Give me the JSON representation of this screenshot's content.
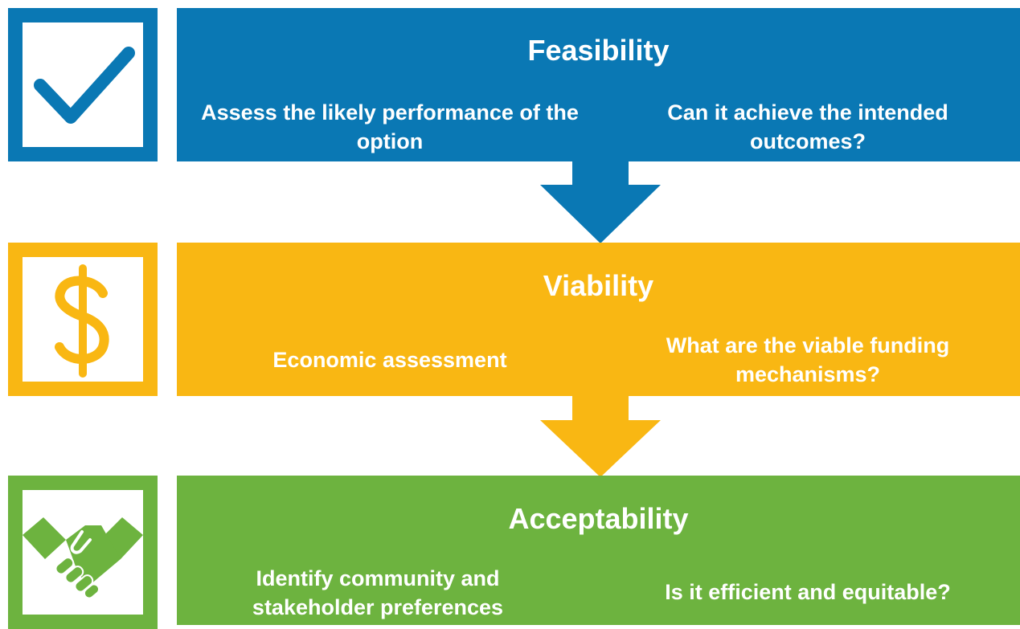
{
  "colors": {
    "feasibility": "#0a78b4",
    "viability": "#f9b713",
    "acceptability": "#6db33f",
    "text": "#ffffff"
  },
  "stages": [
    {
      "icon": "checkmark-icon",
      "title": "Feasibility",
      "left_text": "Assess the likely performance of the option",
      "right_text": "Can it achieve the intended outcomes?"
    },
    {
      "icon": "dollar-icon",
      "title": "Viability",
      "left_text": "Economic assessment",
      "right_text": "What are the viable funding mechanisms?"
    },
    {
      "icon": "handshake-icon",
      "title": "Acceptability",
      "left_text": "Identify community and stakeholder preferences",
      "right_text": "Is it efficient and equitable?"
    }
  ]
}
